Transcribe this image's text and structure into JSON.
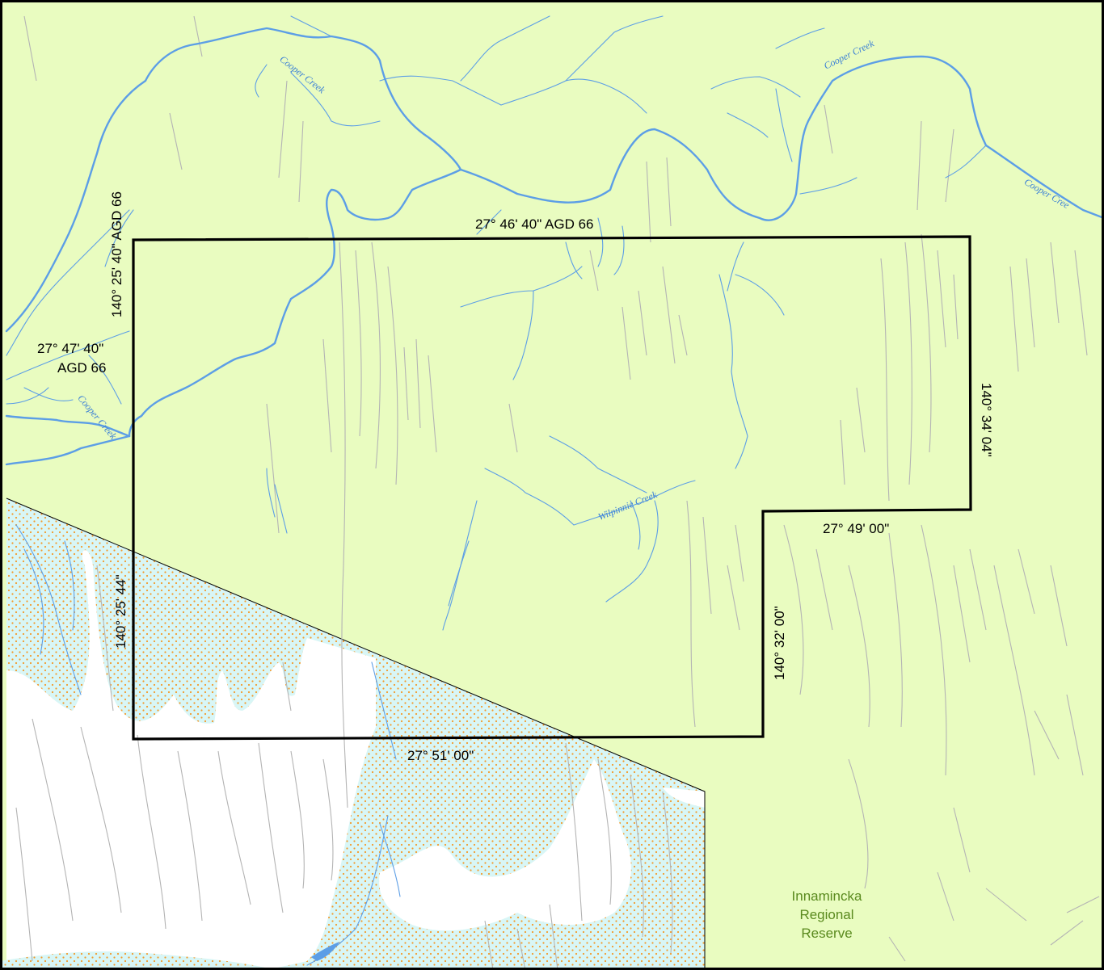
{
  "map": {
    "boundary_labels": {
      "north": "27° 46' 40\" AGD 66",
      "west_top": "140° 25' 40\" AGD 66",
      "west_corner_lat": "27° 47' 40\"",
      "west_corner_datum": "AGD 66",
      "east": "140° 34' 04\"",
      "step_south": "27° 49' 00\"",
      "step_west": "140° 32' 00\"",
      "south": "27° 51' 00\"",
      "west_bottom": "140° 25' 44\""
    },
    "creek_labels": {
      "cooper_1": "Cooper Creek",
      "cooper_2": "Cooper Creek",
      "cooper_3": "Cooper Cree",
      "cooper_4": "Cooper Creek",
      "wilpinnie": "Wilpinnie Creek"
    },
    "reserve_name": [
      "Innamincka",
      "Regional",
      "Reserve"
    ],
    "colors": {
      "land": "#e9fcc0",
      "floodplain": "#d8f6f6",
      "stipple": "#f39a2c",
      "white_area": "#ffffff",
      "river": "#5c9ee6",
      "dune_line": "#b4b4b4",
      "boundary": "#000000",
      "reserve_text": "#5a8a1e"
    }
  }
}
